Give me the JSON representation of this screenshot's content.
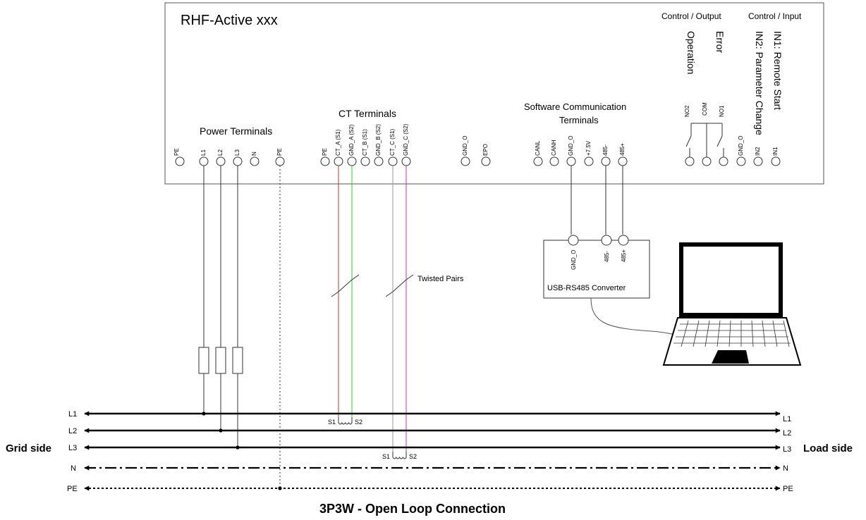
{
  "device": {
    "name": "RHF-Active xxx",
    "control_output_label": "Control / Output",
    "control_input_label": "Control / Input",
    "output_signals": [
      "Operation",
      "Error"
    ],
    "input_signals": [
      "IN2: Parameter Change",
      "IN1: Remote Start"
    ]
  },
  "groups": {
    "power": "Power Terminals",
    "ct": "CT Terminals",
    "software_line1": "Software Communication",
    "software_line2": "Terminals"
  },
  "terminals": {
    "power": [
      "PE",
      "L1",
      "L2",
      "L3",
      "N",
      "PE"
    ],
    "ct": [
      "PE",
      "CT_A (S1)",
      "GND_A (S2)",
      "CT_B (S1)",
      "GND_B (S2)",
      "CT_C (S1)",
      "GND_C (S2)"
    ],
    "misc": [
      "GND_O",
      "EPO"
    ],
    "comm": [
      "CANL",
      "CANH",
      "GND_O",
      "+7.5V",
      "485-",
      "485+"
    ],
    "relay": [
      "NO2",
      "COM",
      "NO1"
    ],
    "inputs": [
      "GND_O",
      "IN2",
      "IN1"
    ]
  },
  "converter": {
    "name": "USB-RS485 Converter",
    "pins": [
      "GND_O",
      "485-",
      "485+"
    ]
  },
  "annotations": {
    "twisted_pairs": "Twisted Pairs",
    "ct_s1": "S1",
    "ct_s2": "S2"
  },
  "bus": {
    "lines": [
      "L1",
      "L2",
      "L3",
      "N",
      "PE"
    ],
    "grid_side": "Grid side",
    "load_side": "Load side"
  },
  "caption": "3P3W - Open Loop Connection",
  "colors": {
    "ct_a_s1": "#c0392b",
    "ct_a_s2": "#33cc33",
    "ct_c_s1": "#999999",
    "ct_c_s2": "#cc33cc"
  }
}
